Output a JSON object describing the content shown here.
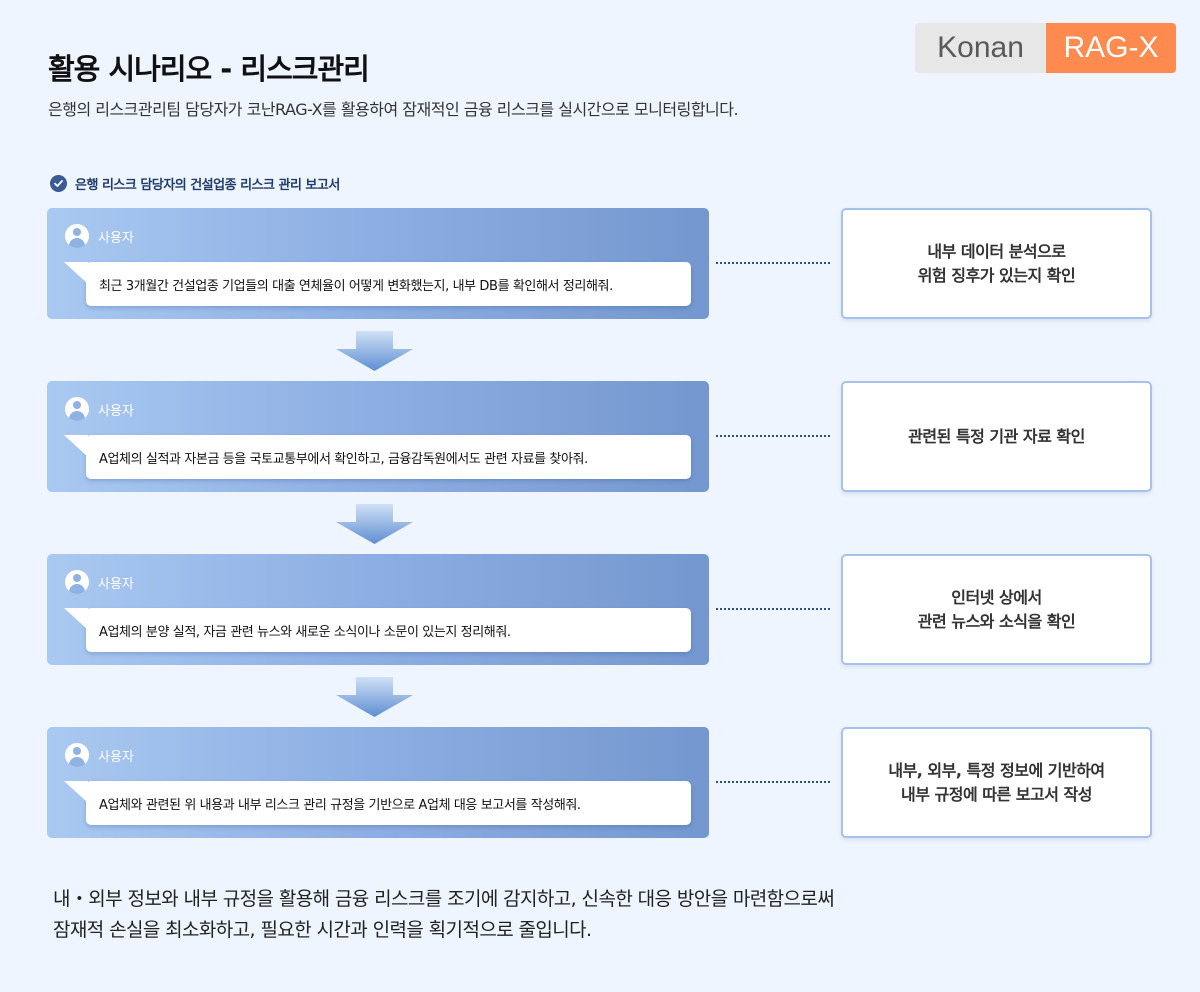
{
  "header": {
    "title": "활용 시나리오 - 리스크관리",
    "subtitle": "은행의 리스크관리팀 담당자가 코난RAG-X를 활용하여 잠재적인 금융 리스크를 실시간으로 모니터링합니다.",
    "brand_left": "Konan",
    "brand_right": "RAG-X"
  },
  "section": {
    "label": "은행 리스크 담당자의 건설업종 리스크 관리 보고서"
  },
  "steps": [
    {
      "user": "사용자",
      "query": "최근 3개월간 건설업종 기업들의 대출 연체율이 어떻게 변화했는지, 내부 DB를 확인해서 정리해줘.",
      "result": "내부 데이터 분석으로\n위험 징후가 있는지 확인"
    },
    {
      "user": "사용자",
      "query": "A업체의 실적과 자본금 등을 국토교통부에서 확인하고, 금융감독원에서도 관련 자료를 찾아줘.",
      "result": "관련된 특정 기관 자료 확인"
    },
    {
      "user": "사용자",
      "query": "A업체의 분양 실적, 자금 관련 뉴스와 새로운 소식이나 소문이 있는지 정리해줘.",
      "result": "인터넷 상에서\n관련 뉴스와 소식을 확인"
    },
    {
      "user": "사용자",
      "query": "A업체와 관련된 위 내용과 내부 리스크 관리 규정을 기반으로 A업체 대응 보고서를 작성해줘.",
      "result": "내부, 외부, 특정 정보에 기반하여\n내부 규정에 따른 보고서 작성"
    }
  ],
  "summary": {
    "line1": "내・외부 정보와 내부 규정을 활용해 금융 리스크를 조기에 감지하고, 신속한 대응 방안을 마련함으로써",
    "line2": "잠재적 손실을 최소화하고, 필요한 시간과 인력을 획기적으로 줄입니다."
  },
  "colors": {
    "accent_orange": "#fd8a4e",
    "step_gradient_start": "#a9c9f1",
    "step_gradient_end": "#7497cf",
    "result_border": "#a6c2ea"
  }
}
